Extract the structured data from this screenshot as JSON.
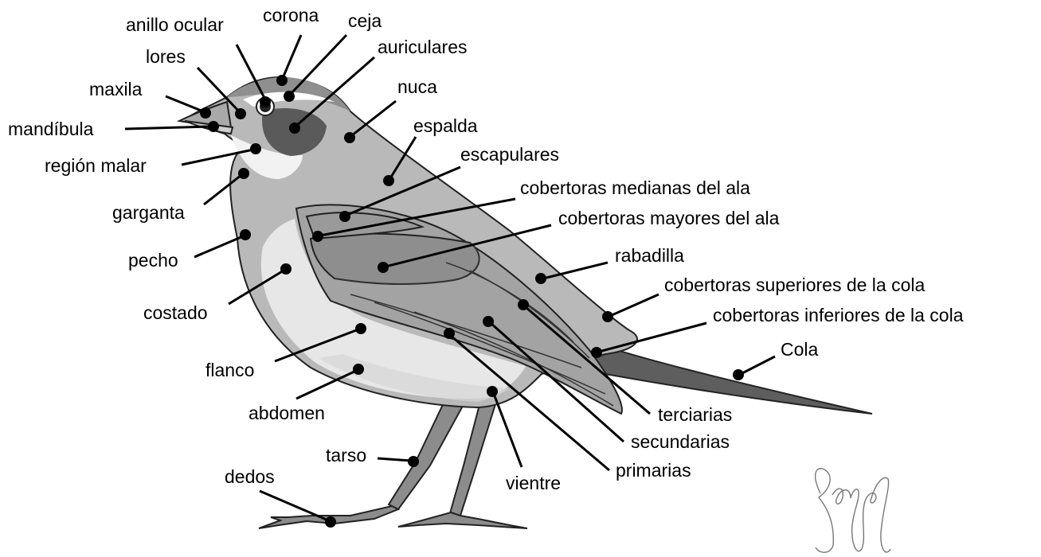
{
  "diagram": {
    "labels": {
      "anillo_ocular": "anillo ocular",
      "corona": "corona",
      "ceja": "ceja",
      "auriculares": "auriculares",
      "lores": "lores",
      "maxila": "maxila",
      "mandibula": "mandíbula",
      "nuca": "nuca",
      "espalda": "espalda",
      "escapulares": "escapulares",
      "region_malar": "región malar",
      "cob_medianas": "cobertoras medianas del ala",
      "garganta": "garganta",
      "cob_mayores": "cobertoras mayores del ala",
      "pecho": "pecho",
      "rabadilla": "rabadilla",
      "costado": "costado",
      "cob_superiores_cola": "cobertoras superiores de la cola",
      "cob_inferiores_cola": "cobertoras inferiores de la cola",
      "cola": "Cola",
      "flanco": "flanco",
      "abdomen": "abdomen",
      "terciarias": "terciarias",
      "secundarias": "secundarias",
      "tarso": "tarso",
      "primarias": "primarias",
      "vientre": "vientre",
      "dedos": "dedos"
    },
    "signature": "Rafael"
  }
}
